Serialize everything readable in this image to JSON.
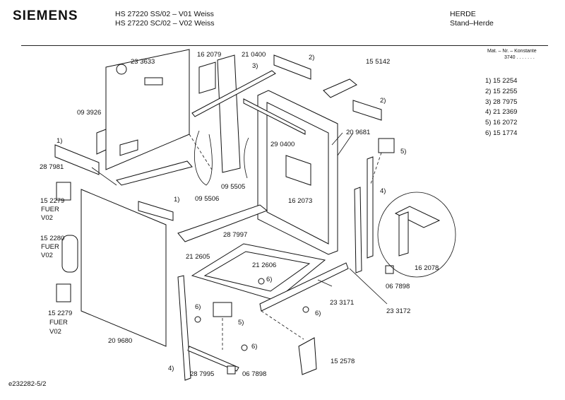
{
  "header": {
    "brand": "SIEMENS",
    "model_line_1": "HS 27220 SS/02 – V01 Weiss",
    "model_line_2": "HS 27220 SC/02 – V02 Weiss",
    "category_1": "HERDE",
    "category_2": "Stand–Herde"
  },
  "material_box": {
    "title": "Mat. – Nr. – Konstante",
    "value": "3740 . . . . . . ."
  },
  "legend": [
    "1) 15 2254",
    "2) 15 2255",
    "3) 28 7975",
    "4) 21 2369",
    "5) 16 2072",
    "6)  15 1774"
  ],
  "labels": {
    "p233633": "23 3633",
    "p162079": "16 2079",
    "p210400": "21 0400",
    "fn2_top": "2)",
    "p155142": "15 5142",
    "fn3_top": "3)",
    "fn2_mid": "2)",
    "p093926": "09 3926",
    "fn1_left": "1)",
    "p209681": "20 9681",
    "p290400": "29 0400",
    "fn5_right": "5)",
    "p287981": "28 7981",
    "fn4_right": "4)",
    "p152279a": "15 2279",
    "fuer_a": "FUER",
    "v02_a": "V02",
    "p095505": "09 5505",
    "fn1_mid": "1)",
    "p095506": "09 5506",
    "p162073": "16 2073",
    "p152280": "15 2280",
    "fuer_b": "FUER",
    "v02_b": "V02",
    "p287997": "28 7997",
    "p212605": "21 2605",
    "p212606": "21 2606",
    "p162078": "16 2078",
    "fn6_a": "6)",
    "p067898a": "06 7898",
    "p233171": "23 3171",
    "p233172": "23 3172",
    "fn6_b": "6)",
    "fn6_c": "6)",
    "p152279b": "15 2279",
    "fuer_c": "FUER",
    "v02_c": "V02",
    "fn5_bottom": "5)",
    "p209680": "20 9680",
    "fn6_d": "6)",
    "p152578": "15 2578",
    "fn4_bottom": "4)",
    "p287995": "28 7995",
    "p067898b": "06 7898"
  },
  "footer": {
    "code": "e232282-5/2"
  }
}
